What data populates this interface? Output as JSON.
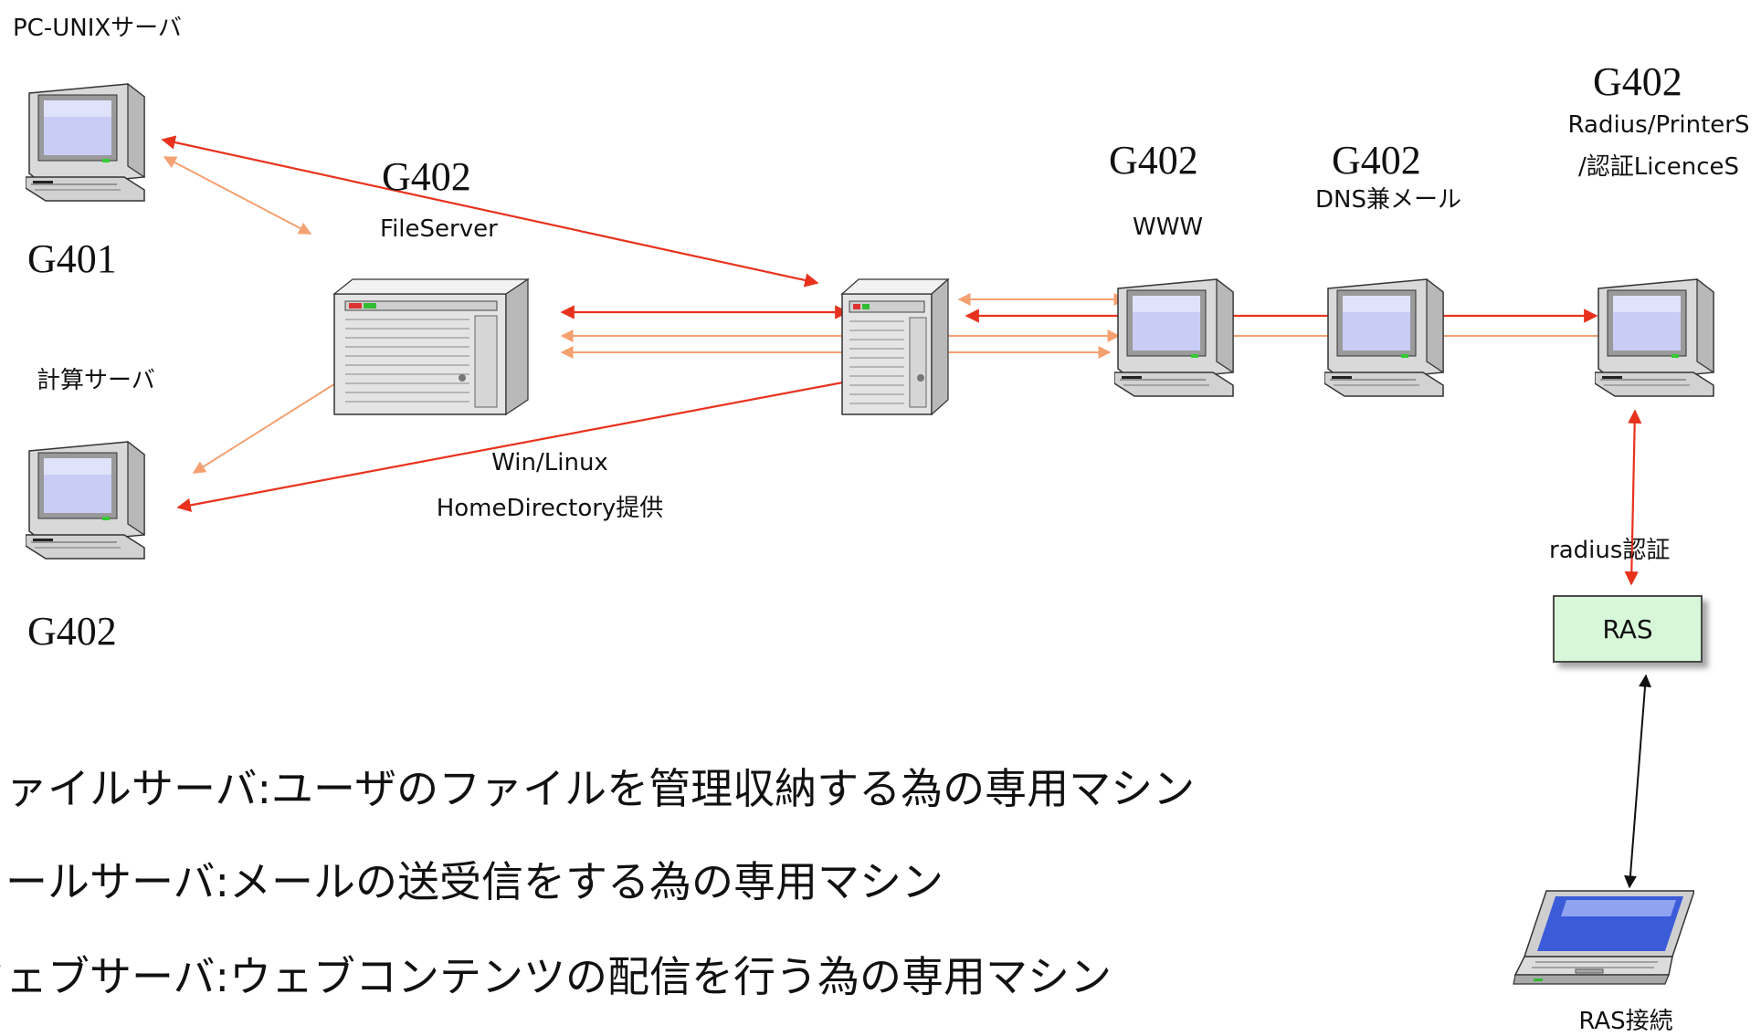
{
  "labels": {
    "pc_unix_server": "PC-UNIXサーバ",
    "g401": "G401",
    "calc_server": "計算サーバ",
    "g402_left": "G402",
    "fileserver_room": "G402",
    "fileserver_name": "FileServer",
    "winlinux_line1": "Win/Linux",
    "winlinux_line2": "HomeDirectory提供",
    "www_room": "G402",
    "www_name": "WWW",
    "dns_room": "G402",
    "dns_name": "DNS兼メール",
    "radius_room": "G402",
    "radius_line1": "Radius/PrinterS",
    "radius_line2": "/認証LicenceS",
    "radius_auth": "radius認証",
    "ras": "RAS",
    "ras_connect": "RAS接続"
  },
  "descriptions": [
    "ファイルサーバ:ユーザのファイルを管理収納する為の専用マシン",
    "メールサーバ:メールの送受信をする為の専用マシン",
    "ウェブサーバ:ウェブコンテンツの配信を行う為の専用マシン"
  ],
  "colors": {
    "primary_link": "#e8321e",
    "secondary_link": "#f4a070",
    "ras_link": "#111111",
    "ras_fill": "#d8f7d8"
  }
}
